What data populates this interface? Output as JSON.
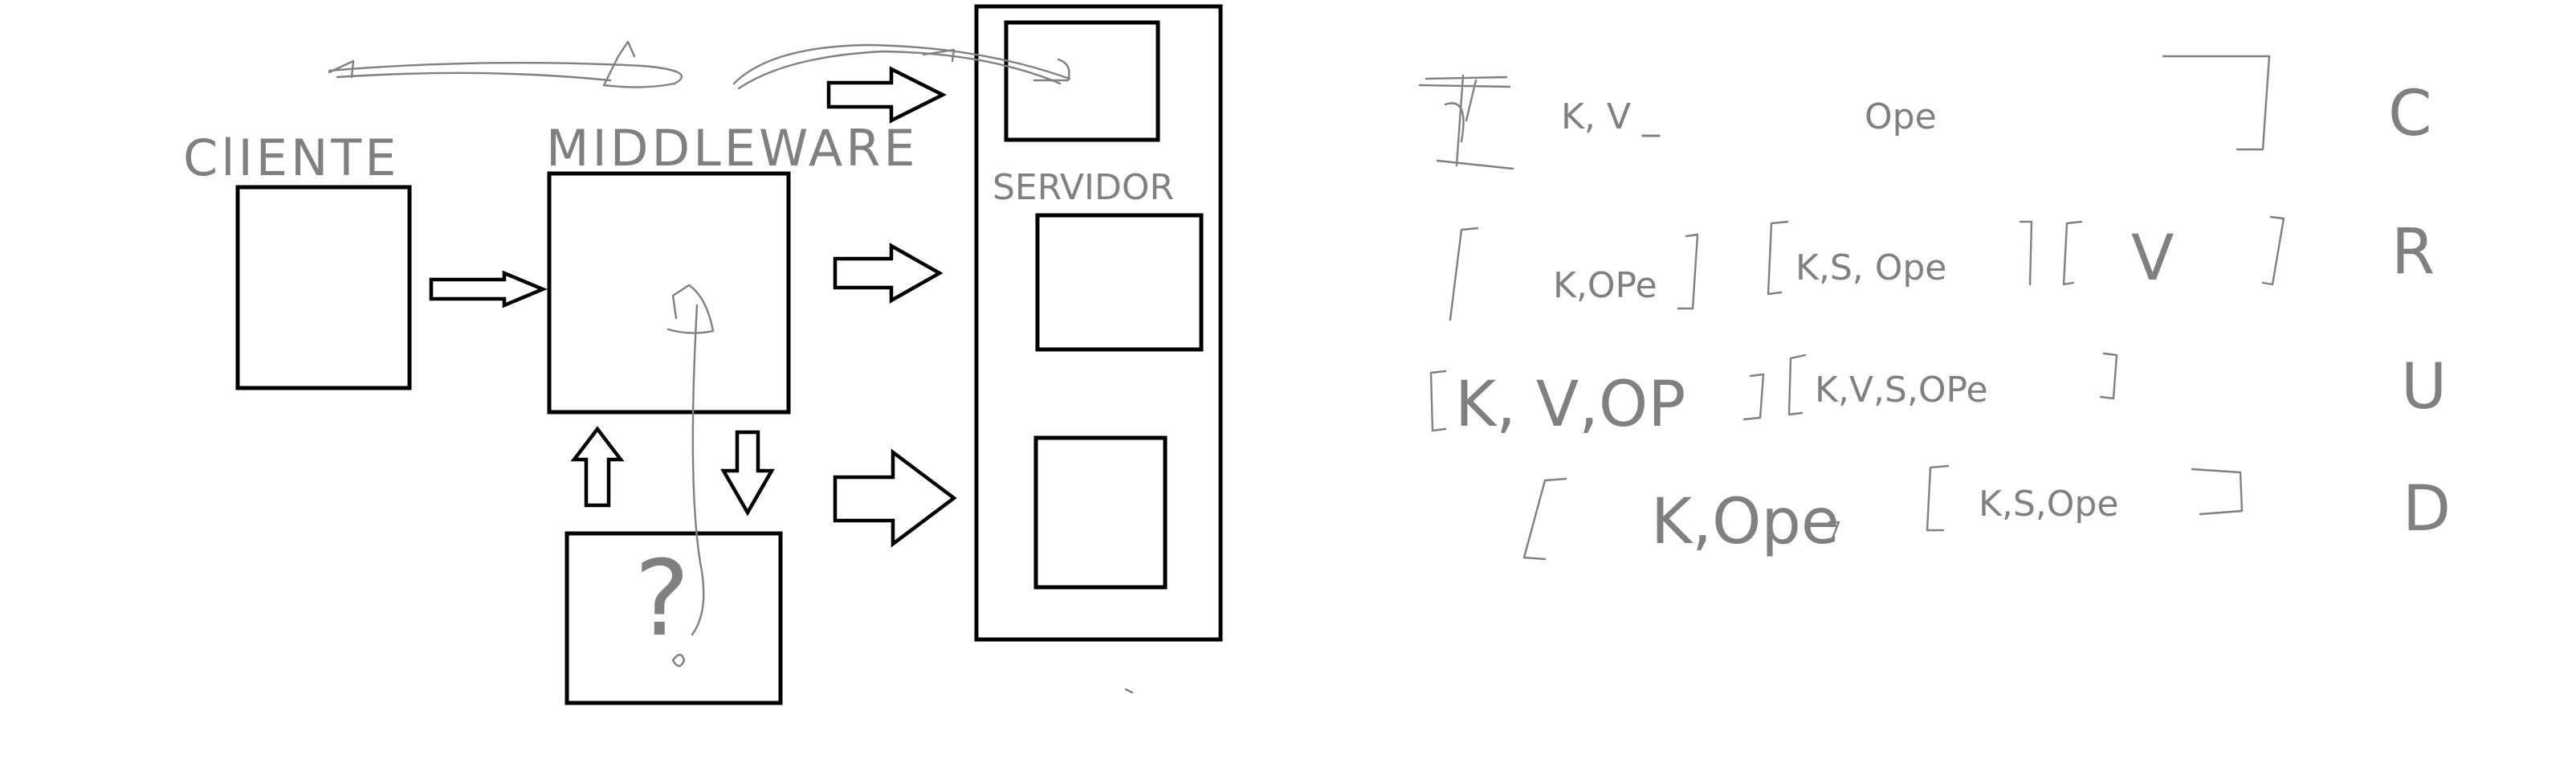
{
  "labels": {
    "cliente": "ClIENTE",
    "middleware": "MIDDLEWARE",
    "servidor": "SERVIDOR",
    "unknown": "?"
  },
  "crud": {
    "rows": [
      {
        "letter": "C",
        "groups": [
          "K, V _",
          "Ope"
        ]
      },
      {
        "letter": "R",
        "groups": [
          "K,OPe",
          "K,S, Ope",
          "V"
        ]
      },
      {
        "letter": "U",
        "groups": [
          "K, V,OP",
          "K,V,S,OPe"
        ]
      },
      {
        "letter": "D",
        "groups": [
          "K,Ope",
          "K,S,Ope"
        ]
      }
    ]
  },
  "colors": {
    "ink": "#000000",
    "sketch": "#808080",
    "background": "#ffffff"
  }
}
